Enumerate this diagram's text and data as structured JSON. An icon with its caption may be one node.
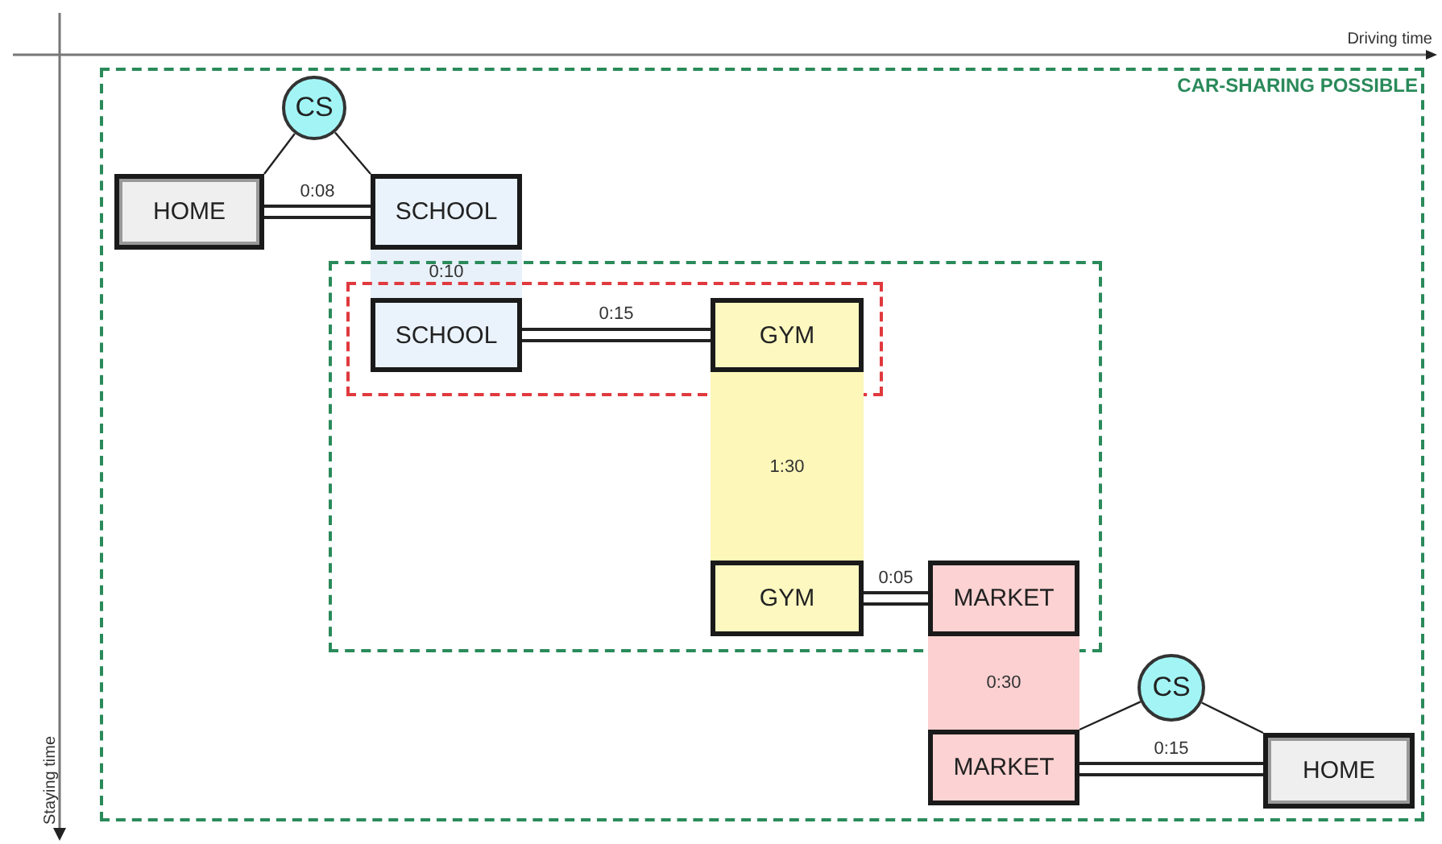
{
  "diagram": {
    "nodes": [
      {
        "text": [
          "CAR-SHARING POSSIBLE"
        ]
      },
      {
        "text": [
          "CS"
        ],
        "in": 0
      },
      {
        "text": [
          "HOME"
        ],
        "in": 0
      },
      {
        "text": [
          "SCHOOL"
        ],
        "in": 0
      },
      {
        "text": [
          "0:10"
        ],
        "in": 0
      },
      {
        "text": [],
        "shape": "box",
        "in": 0
      },
      {
        "text": [],
        "shape": "box",
        "in": 5
      },
      {
        "text": [
          "SCHOOL"
        ],
        "in": 6
      },
      {
        "text": [
          "GYM"
        ],
        "in": 6
      },
      {
        "text": [
          "1:30"
        ],
        "in": 5
      },
      {
        "text": [
          "GYM"
        ],
        "in": 5
      },
      {
        "text": [
          "MARKET"
        ],
        "in": 5
      },
      {
        "text": [
          "0:30"
        ],
        "in": 0
      },
      {
        "text": [
          "CS"
        ],
        "in": 0
      },
      {
        "text": [
          "MARKET"
        ],
        "in": 0
      },
      {
        "text": [
          "HOME"
        ],
        "in": 0
      }
    ],
    "edges": [
      {
        "from": 1,
        "to": 2,
        "arrow": "none"
      },
      {
        "from": 1,
        "to": 3,
        "arrow": "none"
      },
      {
        "from": 2,
        "to": 3,
        "arrow": "none",
        "label": "0:08"
      },
      {
        "from": 7,
        "to": 8,
        "arrow": "none",
        "label": "0:15"
      },
      {
        "from": 10,
        "to": 11,
        "arrow": "none",
        "label": "0:05"
      },
      {
        "from": 13,
        "to": 14,
        "arrow": "none"
      },
      {
        "from": 13,
        "to": 15,
        "arrow": "none"
      },
      {
        "from": 14,
        "to": 15,
        "arrow": "none",
        "label": "0:15"
      }
    ],
    "labels": [
      "Driving time",
      "Staying time"
    ]
  }
}
